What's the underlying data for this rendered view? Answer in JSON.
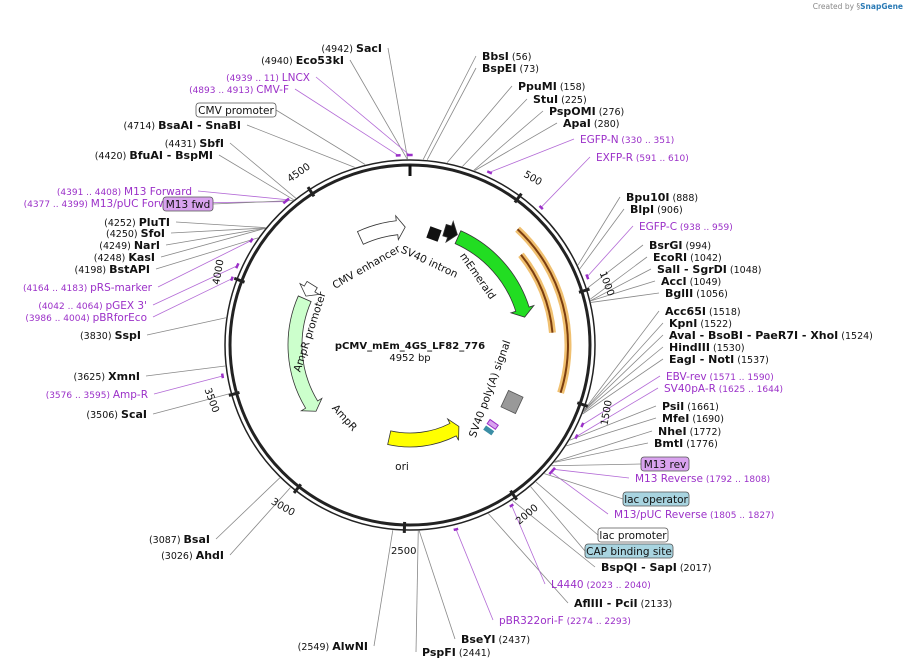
{
  "credit": {
    "prefix": "Created by",
    "brand": "SnapGene"
  },
  "plasmid": {
    "name": "pCMV_mEm_4GS_LF82_776",
    "length": "4952 bp"
  },
  "ticks": [
    {
      "label": "500"
    },
    {
      "label": "1000"
    },
    {
      "label": "1500"
    },
    {
      "label": "2000"
    },
    {
      "label": "2500"
    },
    {
      "label": "3000"
    },
    {
      "label": "3500"
    },
    {
      "label": "4000"
    },
    {
      "label": "4500"
    }
  ],
  "enzymes": [
    {
      "pos": "(4942)",
      "name": "SacI"
    },
    {
      "pos": "(4940)",
      "name": "Eco53kI"
    },
    {
      "name": "BbsI",
      "pos": "(56)"
    },
    {
      "name": "BspEI",
      "pos": "(73)"
    },
    {
      "name": "PpuMI",
      "pos": "(158)"
    },
    {
      "name": "StuI",
      "pos": "(225)"
    },
    {
      "name": "PspOMI",
      "pos": "(276)"
    },
    {
      "name": "ApaI",
      "pos": "(280)"
    },
    {
      "name": "Bpu10I",
      "pos": "(888)"
    },
    {
      "name": "BlpI",
      "pos": "(906)"
    },
    {
      "name": "BsrGI",
      "pos": "(994)"
    },
    {
      "name": "EcoRI",
      "pos": "(1042)"
    },
    {
      "name": "SalI  - SgrDI",
      "pos": "(1048)"
    },
    {
      "name": "AccI",
      "pos": "(1049)"
    },
    {
      "name": "BglII",
      "pos": "(1056)"
    },
    {
      "name": "Acc65I",
      "pos": "(1518)"
    },
    {
      "name": "KpnI",
      "pos": "(1522)"
    },
    {
      "name": "AvaI  - BsoBI  - PaeR7I  - XhoI",
      "pos": "(1524)"
    },
    {
      "name": "HindIII",
      "pos": "(1530)"
    },
    {
      "name": "EagI  - NotI",
      "pos": "(1537)"
    },
    {
      "name": "PsiI",
      "pos": "(1661)"
    },
    {
      "name": "MfeI",
      "pos": "(1690)"
    },
    {
      "name": "NheI",
      "pos": "(1772)"
    },
    {
      "name": "BmtI",
      "pos": "(1776)"
    },
    {
      "name": "BspQI  - SapI",
      "pos": "(2017)"
    },
    {
      "name": "AflIII  - PciI",
      "pos": "(2133)"
    },
    {
      "name": "BseYI",
      "pos": "(2437)"
    },
    {
      "name": "PspFI",
      "pos": "(2441)"
    },
    {
      "pos": "(2549)",
      "name": "AlwNI"
    },
    {
      "pos": "(3026)",
      "name": "AhdI"
    },
    {
      "pos": "(3087)",
      "name": "BsaI"
    },
    {
      "pos": "(3506)",
      "name": "ScaI"
    },
    {
      "pos": "(3625)",
      "name": "XmnI"
    },
    {
      "pos": "(3830)",
      "name": "SspI"
    },
    {
      "pos": "(4198)",
      "name": "BstAPI"
    },
    {
      "pos": "(4248)",
      "name": "KasI"
    },
    {
      "pos": "(4249)",
      "name": "NarI"
    },
    {
      "pos": "(4250)",
      "name": "SfoI"
    },
    {
      "pos": "(4252)",
      "name": "PluTI"
    },
    {
      "pos": "(4420)",
      "name": "BfuAI  - BspMI"
    },
    {
      "pos": "(4431)",
      "name": "SbfI"
    },
    {
      "pos": "(4714)",
      "name": "BsaAI  - SnaBI"
    }
  ],
  "primers": [
    {
      "pos": "(4939 .. 11)",
      "name": "LNCX"
    },
    {
      "pos": "(4893 .. 4913)",
      "name": "CMV-F"
    },
    {
      "name": "EGFP-N",
      "pos": "(330 .. 351)"
    },
    {
      "name": "EXFP-R",
      "pos": "(591 .. 610)"
    },
    {
      "name": "EGFP-C",
      "pos": "(938 .. 959)"
    },
    {
      "name": "EBV-rev",
      "pos": "(1571 .. 1590)"
    },
    {
      "name": "SV40pA-R",
      "pos": "(1625 .. 1644)"
    },
    {
      "name": "M13 Reverse",
      "pos": "(1792 .. 1808)"
    },
    {
      "name": "M13/pUC Reverse",
      "pos": "(1805 .. 1827)"
    },
    {
      "name": "L4440",
      "pos": "(2023 .. 2040)"
    },
    {
      "name": "pBR322ori-F",
      "pos": "(2274 .. 2293)"
    },
    {
      "pos": "(3576 .. 3595)",
      "name": "Amp-R"
    },
    {
      "pos": "(3986 .. 4004)",
      "name": "pBRforEco"
    },
    {
      "pos": "(4042 .. 4064)",
      "name": "pGEX 3'"
    },
    {
      "pos": "(4164 .. 4183)",
      "name": "pRS-marker"
    },
    {
      "pos": "(4377 .. 4399)",
      "name": "M13/pUC Forward"
    },
    {
      "pos": "(4391 .. 4408)",
      "name": "M13 Forward"
    }
  ],
  "boxed_features": [
    {
      "name": "CMV promoter",
      "color": "#ffffff"
    },
    {
      "name": "M13 fwd",
      "color": "#d9a3ef"
    },
    {
      "name": "M13 rev",
      "color": "#d9a3ef"
    },
    {
      "name": "lac operator",
      "color": "#a8d4e0"
    },
    {
      "name": "lac promoter",
      "color": "#ffffff"
    },
    {
      "name": "CAP binding site",
      "color": "#a8d4e0"
    }
  ],
  "inner_features": [
    {
      "name": "CMV enhancer",
      "color": "#ffffff"
    },
    {
      "name": "SV40 intron",
      "color": "#111111"
    },
    {
      "name": "mEmerald",
      "color": "#22dd22"
    },
    {
      "name": "SV40 poly(A) signal",
      "color": "#999999"
    },
    {
      "name": "ori",
      "color": "#ffff00"
    },
    {
      "name": "AmpR",
      "color": "#ccffcc"
    },
    {
      "name": "AmpR promoter",
      "color": "#ffffff"
    }
  ],
  "colors": {
    "primer": "#9b30c8",
    "backbone": "#222222",
    "orf_outline": "#f0c070",
    "orf_dark": "#7a3d10"
  }
}
